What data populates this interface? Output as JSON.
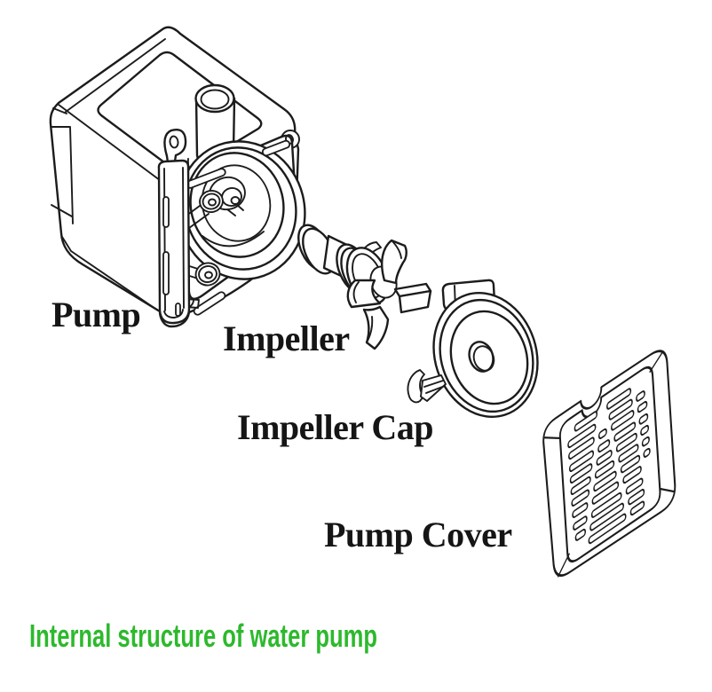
{
  "title": {
    "text": "Internal structure of water pump",
    "color": "#2db92d",
    "style": "color:#2db92d"
  },
  "diagram": {
    "subject": "water pump exploded view",
    "style": "black-and-white technical line drawing",
    "line_color": "#1c1c1c",
    "background_color": "#ffffff",
    "parts": [
      {
        "id": "pump",
        "label": "Pump"
      },
      {
        "id": "impeller",
        "label": "Impeller"
      },
      {
        "id": "impeller-cap",
        "label": "Impeller Cap"
      },
      {
        "id": "pump-cover",
        "label": "Pump Cover"
      }
    ]
  }
}
